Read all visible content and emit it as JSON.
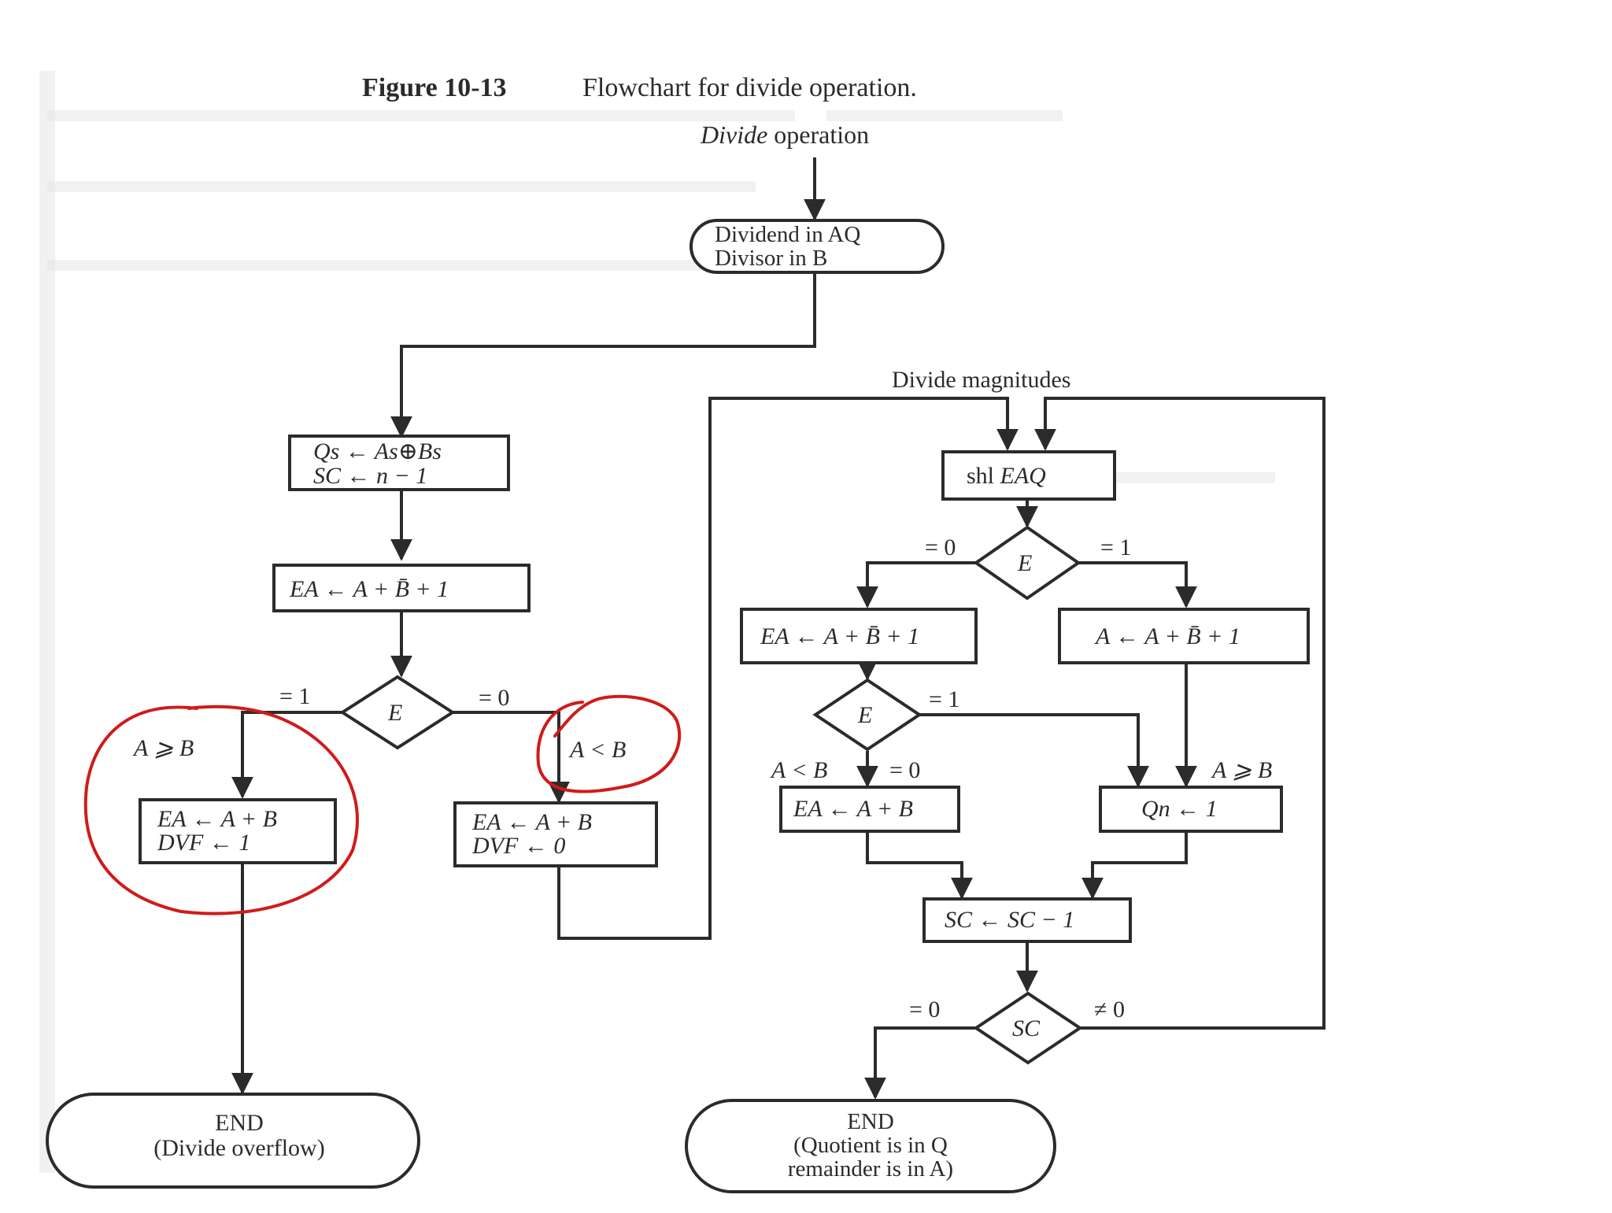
{
  "figure": {
    "caption_number": "Figure 10-13",
    "caption_text": "Flowchart for divide operation."
  },
  "labels": {
    "start": "Divide operation",
    "divide_magnitudes": "Divide magnitudes"
  },
  "nodes": {
    "start_terminal": [
      "Dividend in AQ",
      "Divisor in B"
    ],
    "init_box": [
      "Qs ← As⊕Bs",
      "SC ← n − 1"
    ],
    "sub_box": [
      "EA ← A + B̄ + 1"
    ],
    "decision_e1": "E",
    "overflow_box": [
      "EA ← A + B",
      "DVF ← 1"
    ],
    "nooverflow_box": [
      "EA ← A + B",
      "DVF ← 0"
    ],
    "shl_box": [
      "shl EAQ"
    ],
    "decision_e2": "E",
    "left_sub_box": [
      "EA ← A + B̄ + 1"
    ],
    "right_sub_box": [
      "A ← A + B̄ + 1"
    ],
    "decision_e3": "E",
    "restore_box": [
      "EA ← A + B"
    ],
    "qn_box": [
      "Qn ← 1"
    ],
    "sc_box": [
      "SC ← SC − 1"
    ],
    "decision_sc": "SC",
    "end_overflow": [
      "END",
      "(Divide overflow)"
    ],
    "end_normal": [
      "END",
      "(Quotient is in Q",
      "remainder is in A)"
    ]
  },
  "branch_labels": {
    "e1_left": "= 1",
    "e1_right": "= 0",
    "a_ge_b": "A ⩾ B",
    "a_lt_b": "A < B",
    "e2_left": "= 0",
    "e2_right": "= 1",
    "e3_right": "= 1",
    "e3_down": "= 0",
    "e3_lt": "A < B",
    "right_ge": "A ⩾ B",
    "sc_left": "= 0",
    "sc_right": "≠ 0"
  },
  "colors": {
    "ink": "#2b2b2b",
    "annotation": "#d11a1a",
    "paper": "#ffffff"
  }
}
